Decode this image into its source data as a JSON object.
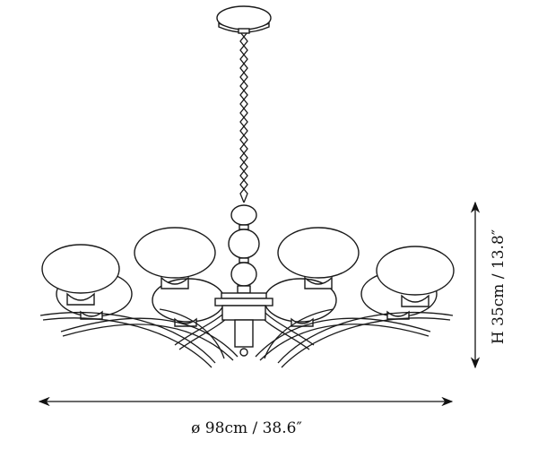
{
  "diagram": {
    "subject": "chandelier",
    "width_label": "ø 98cm / 38.6″",
    "height_label": "H 35cm / 13.8″",
    "line_color": "#1a1a1a"
  }
}
